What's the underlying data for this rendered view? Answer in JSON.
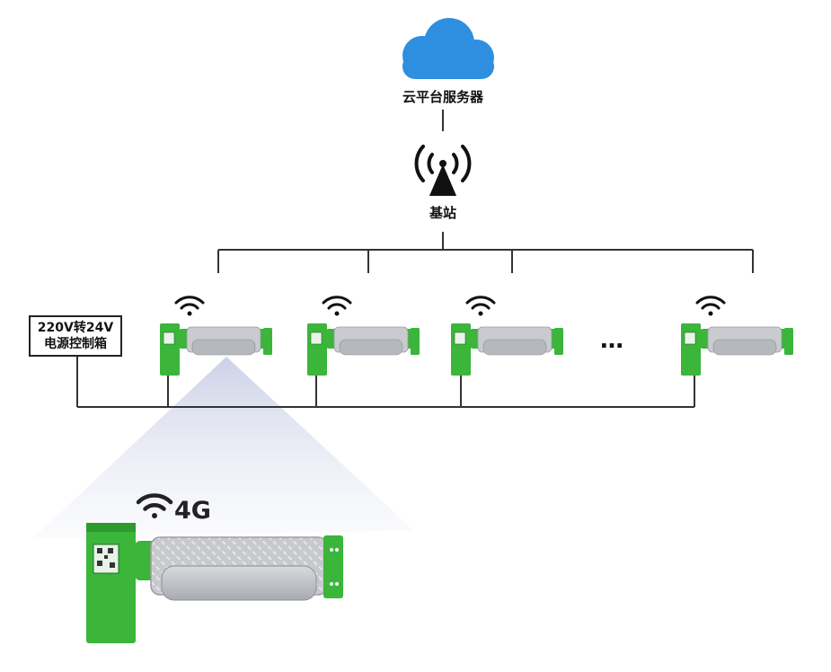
{
  "cloud": {
    "label": "云平台服务器",
    "icon": "cloud-icon",
    "color": "#2e8fe0"
  },
  "station": {
    "label": "基站",
    "icon": "radio-tower-icon"
  },
  "power_box": {
    "line1": "220V转24V",
    "line2": "电源控制箱"
  },
  "lamps": {
    "icon": "wifi-icon",
    "count": 4,
    "ellipsis": "…",
    "body_color": "#3bb53a"
  },
  "detail": {
    "network_label": "4G",
    "icon": "wifi-icon"
  }
}
